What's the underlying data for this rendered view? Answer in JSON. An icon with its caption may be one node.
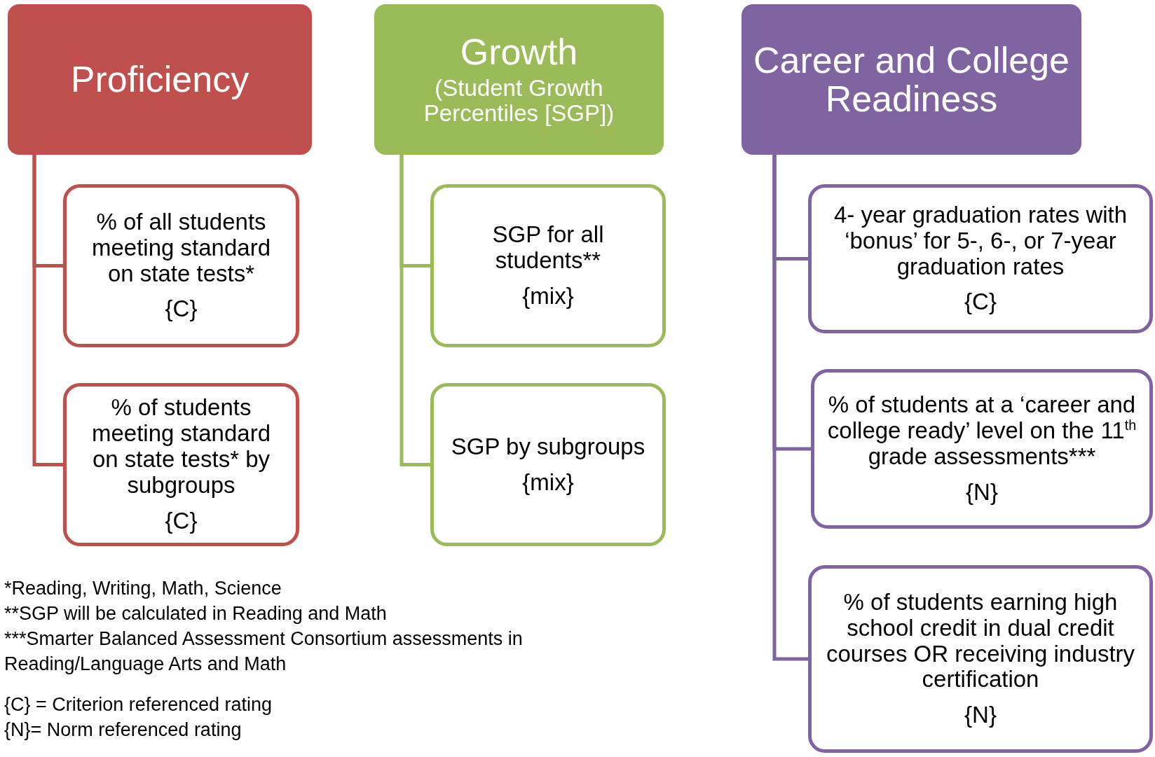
{
  "diagram": {
    "nodes": [
      {
        "text": [
          "Proficiency"
        ]
      },
      {
        "text": [
          "Growth",
          "(Student Growth Percentiles [SGP])"
        ]
      },
      {
        "text": [
          "Career and College Readiness"
        ]
      },
      {
        "text": [
          "% of all students meeting standard on state tests*",
          "{C}"
        ]
      },
      {
        "text": [
          "% of students meeting standard on state tests* by subgroups",
          "{C}"
        ]
      },
      {
        "text": [
          "SGP for all students**",
          "{mix}"
        ]
      },
      {
        "text": [
          "SGP by subgroups",
          "{mix}"
        ]
      },
      {
        "text": [
          "4- year graduation rates with ‘bonus’ for 5-, 6-, or 7-year graduation rates",
          "{C}"
        ]
      },
      {
        "text": [
          "% of students at a ‘career and college ready’ level on the 11$^{th}$ grade assessments***",
          "{N}"
        ]
      },
      {
        "text": [
          "% of students earning high school credit in dual credit courses OR receiving industry certification",
          "{N}"
        ]
      }
    ],
    "edges": [
      {
        "from": 0,
        "to": 3,
        "arrow": "none"
      },
      {
        "from": 0,
        "to": 4,
        "arrow": "none"
      },
      {
        "from": 1,
        "to": 5,
        "arrow": "none"
      },
      {
        "from": 1,
        "to": 6,
        "arrow": "none"
      },
      {
        "from": 2,
        "to": 7,
        "arrow": "none"
      },
      {
        "from": 2,
        "to": 8,
        "arrow": "none"
      },
      {
        "from": 2,
        "to": 9,
        "arrow": "none"
      }
    ],
    "labels": [
      "*Reading, Writing, Math, Science",
      "**SGP will be calculated in Reading and Math",
      "***Smarter Balanced Assessment Consortium assessments in Reading/Language Arts and Math",
      "{C} = Criterion referenced rating",
      "{N}= Norm referenced rating"
    ]
  }
}
